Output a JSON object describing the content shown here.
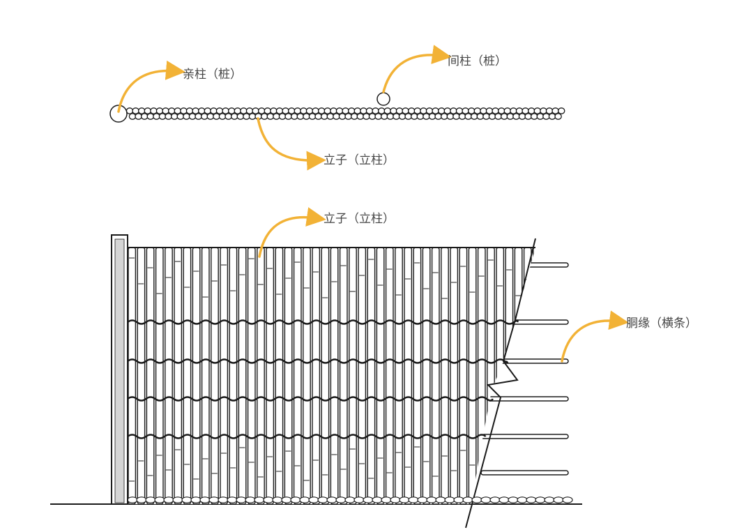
{
  "colors": {
    "line": "#1a1a1a",
    "arrow": "#f2b236",
    "label": "#444444",
    "post_fill": "#d4d4d4",
    "background": "#ffffff"
  },
  "plan_view": {
    "labels": {
      "main_post": "亲柱（桩）",
      "intermediate_post": "间柱（桩）",
      "vertical_stake": "立子（立柱）"
    }
  },
  "elevation_view": {
    "labels": {
      "vertical_stake": "立子（立柱）",
      "horizontal_rail": "胴缘（横条）"
    }
  }
}
